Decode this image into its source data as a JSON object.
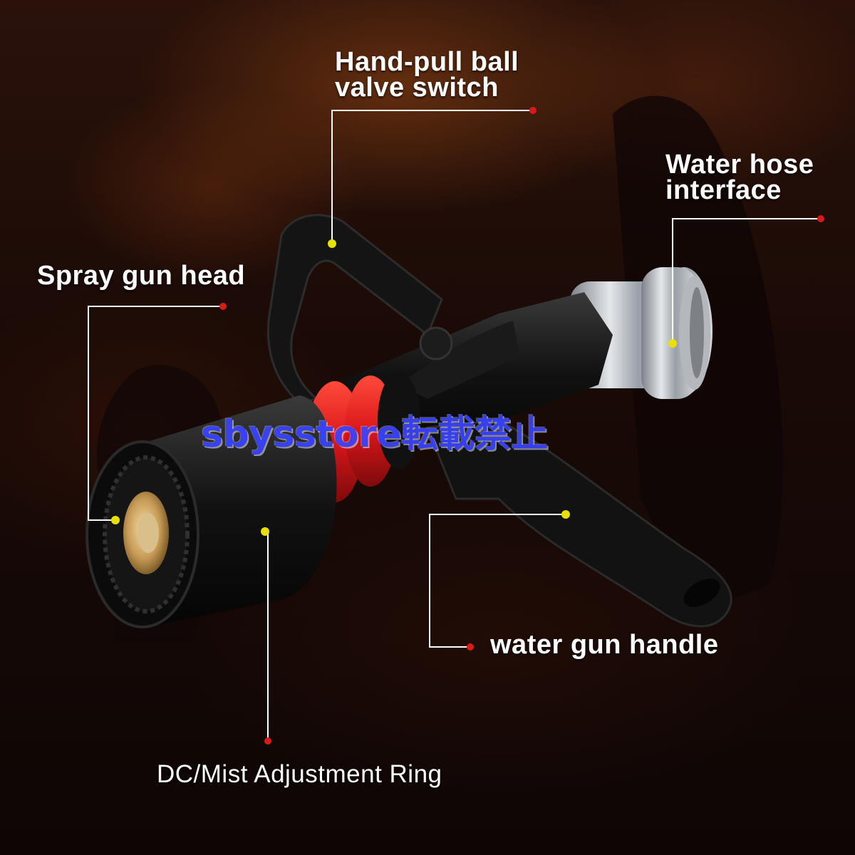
{
  "labels": {
    "valve": [
      "Hand-pull ball",
      "valve switch"
    ],
    "hose": [
      "Water hose",
      "interface"
    ],
    "spray_head": "Spray gun head",
    "handle": "water gun handle",
    "adjust_ring": "DC/Mist Adjustment Ring"
  },
  "watermark": "sbysstore転載禁止",
  "colors": {
    "leader_line": "#ffffff",
    "anchor_dot": "#e8e000",
    "end_dot": "#d81a1a",
    "nozzle_ring": "#d8161a",
    "watermark": "#3a44ff"
  }
}
